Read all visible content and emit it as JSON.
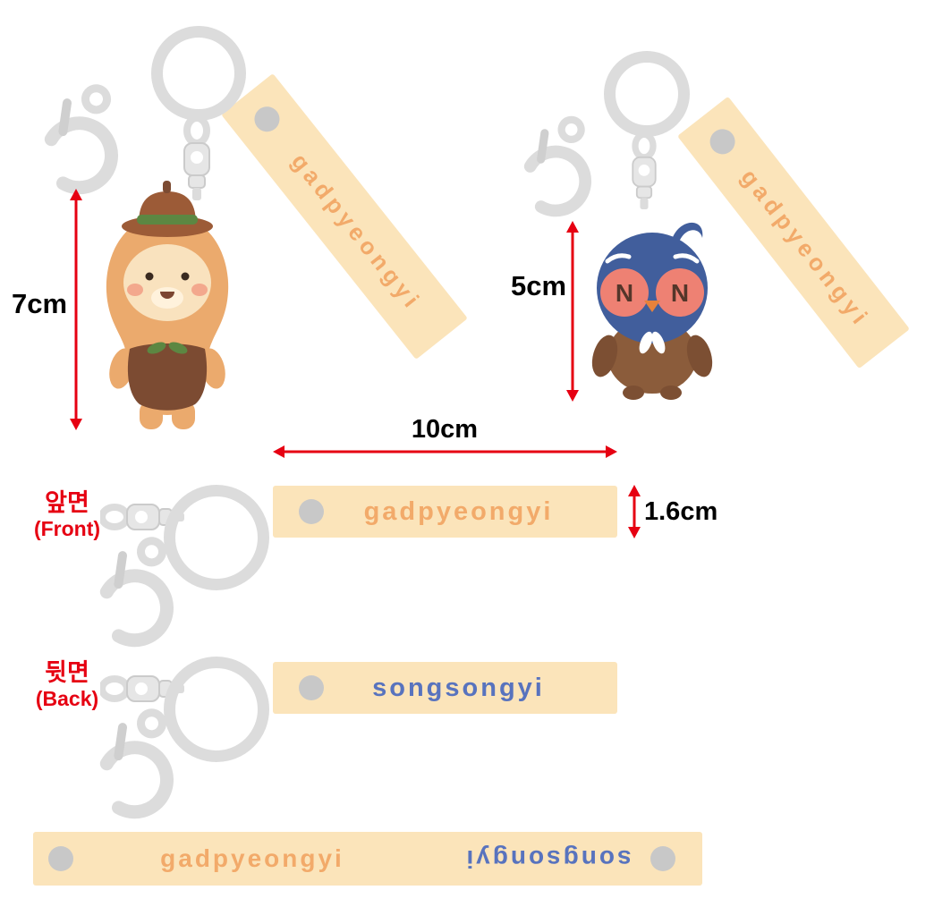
{
  "colors": {
    "background": "#ffffff",
    "strap": "#FBE4BA",
    "strap_text_front": "#F2A766",
    "strap_text_back": "#5873BE",
    "measure_red": "#E60012",
    "measure_black": "#000000",
    "grommet": "#C8C8C8",
    "hardware": "#DCDCDC"
  },
  "top_left_keychain": {
    "height_label": "7cm",
    "strap_text": "gadpyeongyi"
  },
  "top_right_keychain": {
    "height_label": "5cm",
    "strap_text": "gadpyeongyi"
  },
  "front_view": {
    "label_ko": "앞면",
    "label_en": "(Front)",
    "width_label": "10cm",
    "thickness_label": "1.6cm",
    "strap_text": "gadpyeongyi"
  },
  "back_view": {
    "label_ko": "뒷면",
    "label_en": "(Back)",
    "strap_text": "songsongyi"
  },
  "flat_strap": {
    "front_text": "gadpyeongyi",
    "back_text": "songsongyi"
  },
  "figures": {
    "eye_glyph": "N"
  }
}
